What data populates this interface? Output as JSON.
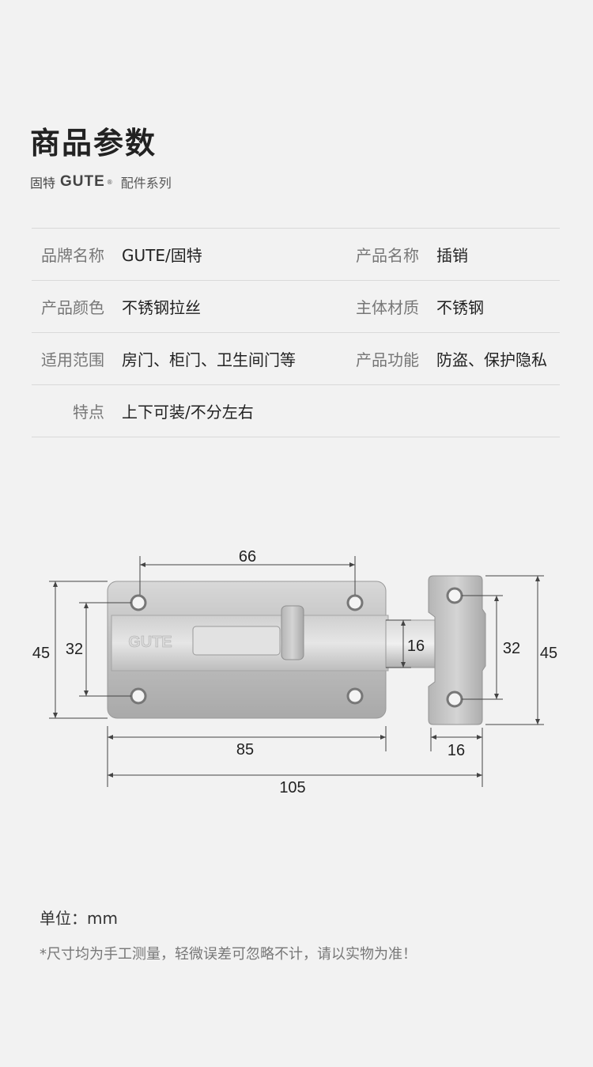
{
  "header": {
    "title": "商品参数",
    "brand_cn": "固特",
    "brand_logo": "GUTE",
    "series": "配件系列"
  },
  "specs": [
    {
      "label1": "品牌名称",
      "value1": "GUTE/固特",
      "label2": "产品名称",
      "value2": "插销"
    },
    {
      "label1": "产品颜色",
      "value1": "不锈钢拉丝",
      "label2": "主体材质",
      "value2": "不锈钢"
    },
    {
      "label1": "适用范围",
      "value1": "房门、柜门、卫生间门等",
      "label2": "产品功能",
      "value2": "防盗、保护隐私"
    },
    {
      "label1": "特点",
      "value1": "上下可装/不分左右",
      "label2": "",
      "value2": ""
    }
  ],
  "diagram": {
    "engraving": "GUTE",
    "dim_top": "66",
    "dim_left_outer": "45",
    "dim_left_inner": "32",
    "dim_bolt": "16",
    "dim_right_inner": "32",
    "dim_right_outer": "45",
    "dim_plate_width": "85",
    "dim_keeper_width": "16",
    "dim_total_width": "105"
  },
  "footer": {
    "unit": "单位：mm",
    "note": "*尺寸均为手工测量，轻微误差可忽略不计，请以实物为准！"
  }
}
